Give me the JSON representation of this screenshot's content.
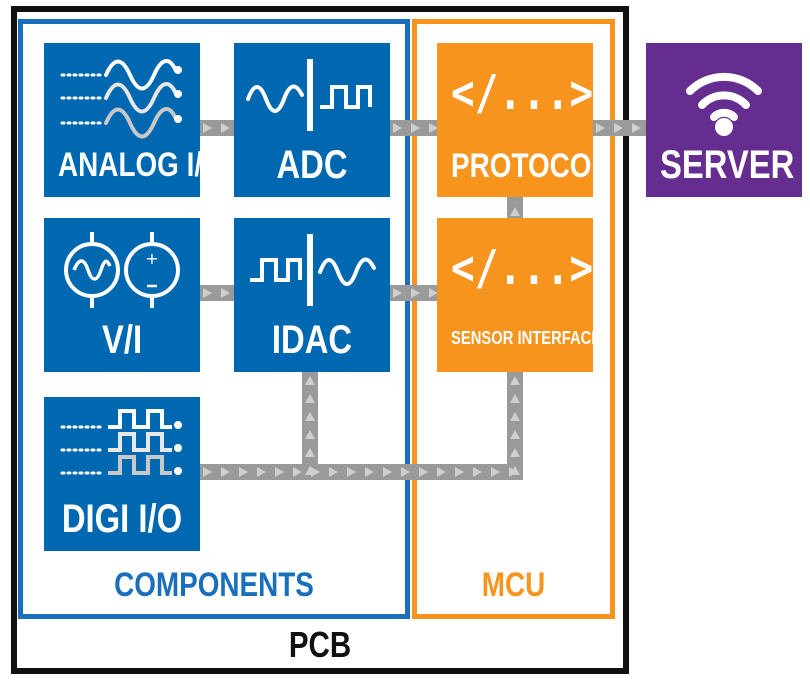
{
  "colors": {
    "blue": "#0067b1",
    "blue_border": "#1a6fbd",
    "orange": "#f7941d",
    "purple": "#662d91",
    "connector": "#9a9a9a",
    "arrow": "#cfcfcf",
    "pcb_border": "#111111"
  },
  "regions": {
    "pcb": "PCB",
    "components": "COMPONENTS",
    "mcu": "MCU"
  },
  "blocks": {
    "analog_io": {
      "label": "ANALOG I/O",
      "icon": "sine-waves-icon"
    },
    "adc": {
      "label": "ADC",
      "icon": "analog-to-digital-icon"
    },
    "vi": {
      "label": "V/I",
      "icon": "voltage-current-source-icon"
    },
    "idac": {
      "label": "IDAC",
      "icon": "digital-to-analog-icon"
    },
    "digi_io": {
      "label": "DIGI I/O",
      "icon": "square-waves-icon"
    },
    "protocol": {
      "label": "PROTOCOL",
      "icon": "code-icon",
      "glyph": "</...>"
    },
    "sensor_interface": {
      "label": "SENSOR INTERFACE",
      "icon": "code-icon",
      "glyph": "</...>"
    },
    "server": {
      "label": "SERVER",
      "icon": "wifi-icon"
    }
  }
}
